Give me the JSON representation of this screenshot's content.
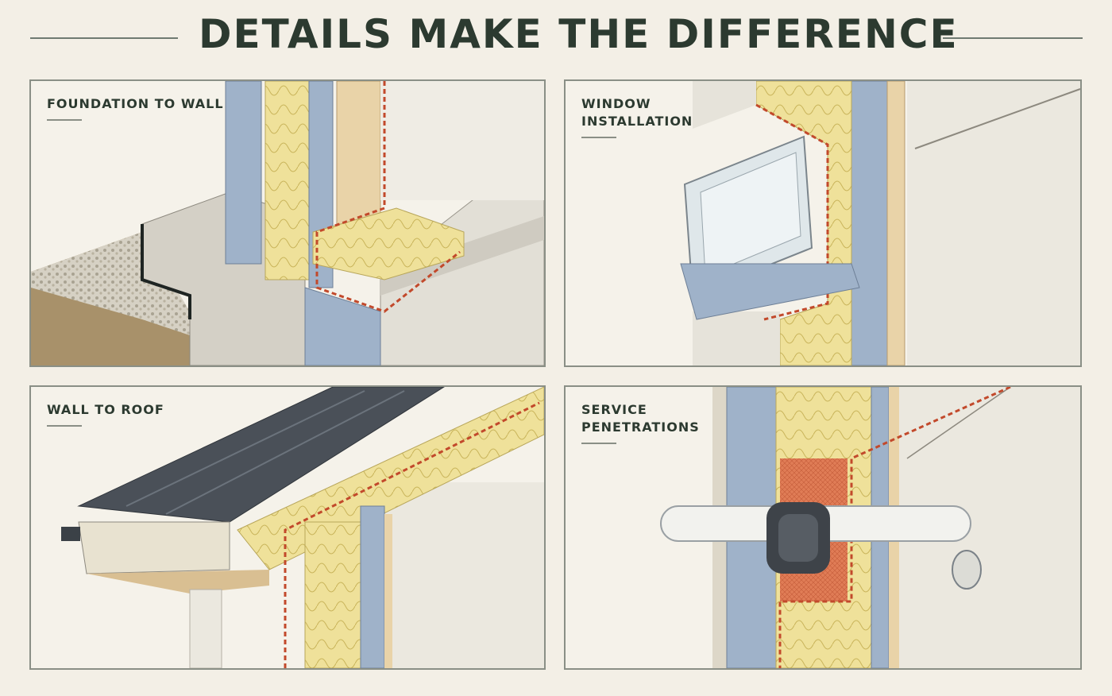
{
  "header": {
    "title": "DETAILS MAKE THE DIFFERENCE"
  },
  "panels": [
    {
      "id": "foundation",
      "label": "FOUNDATION TO WALL"
    },
    {
      "id": "window",
      "label": "WINDOW\nINSTALLATION"
    },
    {
      "id": "roof",
      "label": "WALL TO ROOF"
    },
    {
      "id": "service",
      "label": "SERVICE\nPENETRATIONS"
    }
  ],
  "colors": {
    "background": "#f3efe6",
    "insulation": "#efe19a",
    "board_blue": "#9fb2c9",
    "concrete": "#d8d5cc",
    "airtight_membrane": "#c2492b",
    "roof_metal": "#4a5058",
    "gravel": "#c9c3b5",
    "soil": "#a8916a",
    "tape_orange": "#e07c56"
  }
}
